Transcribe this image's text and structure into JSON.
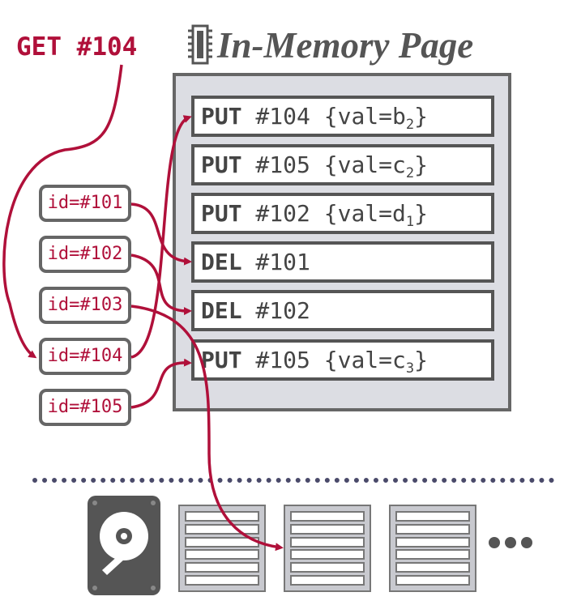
{
  "query_label": "GET #104",
  "title": "In-Memory Page",
  "entries": [
    {
      "op": "PUT",
      "rest": " #104 {val=b",
      "sub": "2",
      "tail": "}"
    },
    {
      "op": "PUT",
      "rest": " #105 {val=c",
      "sub": "2",
      "tail": "}"
    },
    {
      "op": "PUT",
      "rest": " #102 {val=d",
      "sub": "1",
      "tail": "}"
    },
    {
      "op": "DEL",
      "rest": " #101",
      "sub": "",
      "tail": ""
    },
    {
      "op": "DEL",
      "rest": " #102",
      "sub": "",
      "tail": ""
    },
    {
      "op": "PUT",
      "rest": " #105 {val=c",
      "sub": "3",
      "tail": "}"
    }
  ],
  "ids": [
    "id=#101",
    "id=#102",
    "id=#103",
    "id=#104",
    "id=#105"
  ],
  "colors": {
    "accent": "#b0103a",
    "border": "#555555",
    "page_bg": "#dcdde3"
  },
  "icons": {
    "title": "memory-chip-icon",
    "disk": "hard-disk-icon",
    "more": "ellipsis-icon"
  }
}
